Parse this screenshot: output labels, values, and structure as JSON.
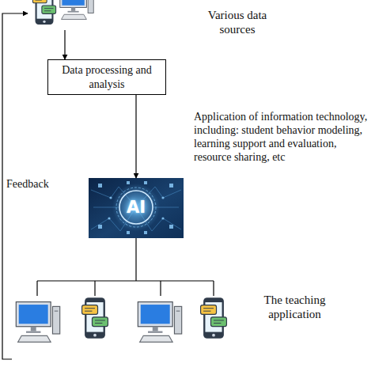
{
  "diagram": {
    "nodes": [
      {
        "text": [
          "Various data sources"
        ]
      },
      {
        "text": [
          "Data processing and analysis"
        ]
      },
      {
        "text": [
          "AI",
          "Application of information technology, including: student behavior modeling, learning support and evaluation, resource sharing, etc"
        ]
      },
      {
        "text": [
          "The teaching application"
        ]
      }
    ],
    "edges": [
      {
        "from": 0,
        "to": 1,
        "arrow": "to"
      },
      {
        "from": 1,
        "to": 2,
        "arrow": "to"
      },
      {
        "from": 2,
        "to": 3,
        "arrow": "none"
      },
      {
        "from": 3,
        "to": 0,
        "label": "Feedback",
        "arrow": "to"
      }
    ]
  }
}
